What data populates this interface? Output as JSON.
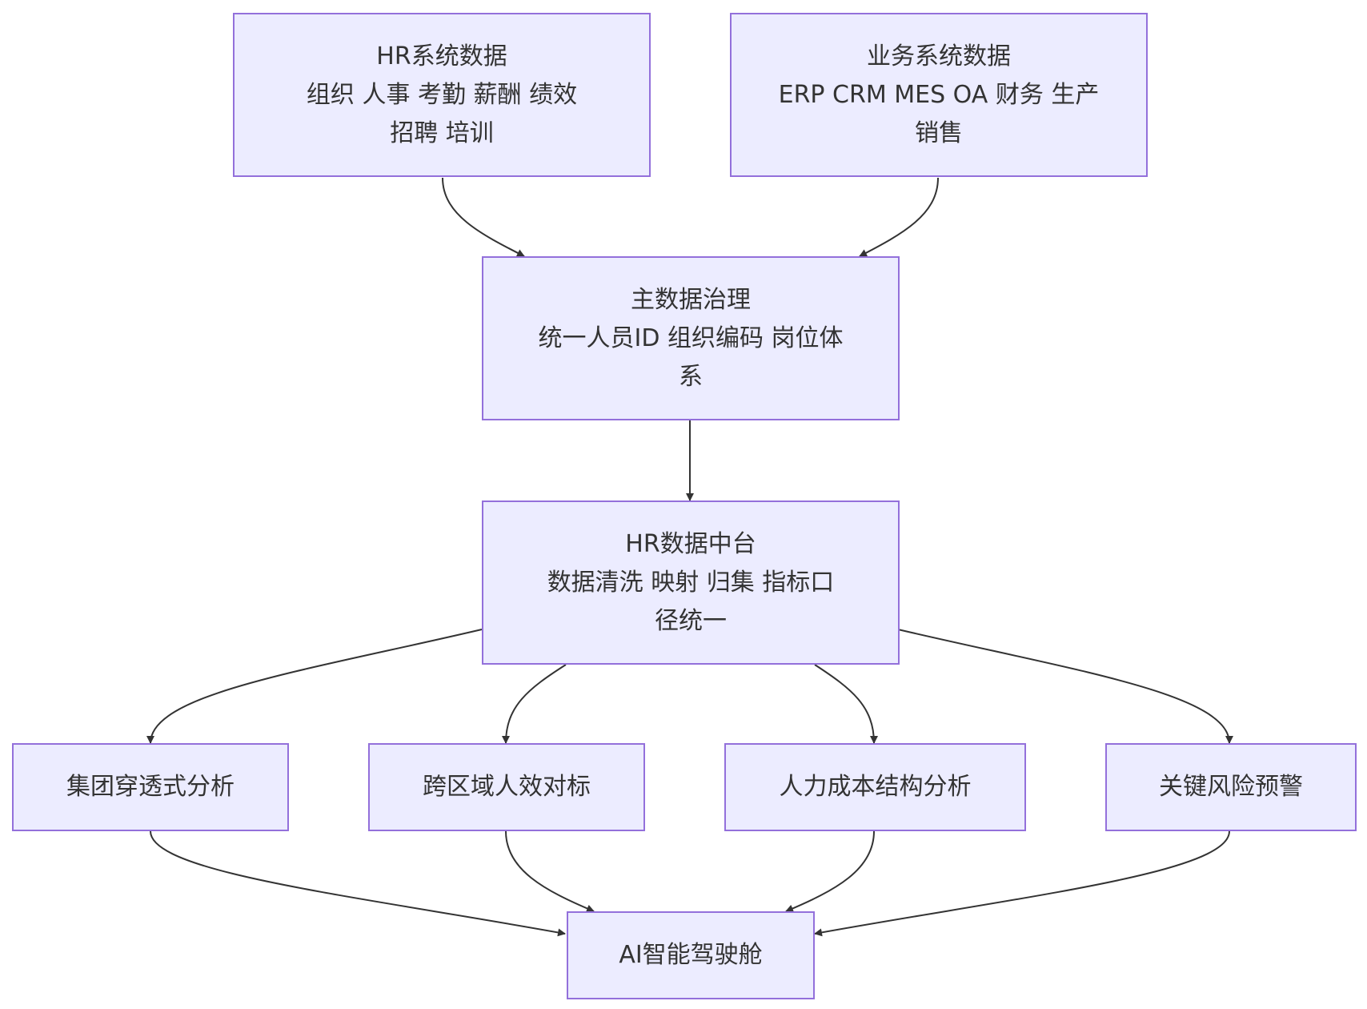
{
  "nodes": {
    "hr_source": {
      "lines": [
        "HR系统数据",
        "组织 人事 考勤 薪酬 绩效",
        "招聘 培训"
      ]
    },
    "biz_source": {
      "lines": [
        "业务系统数据",
        "ERP CRM MES OA 财务 生产",
        "销售"
      ]
    },
    "mdm": {
      "lines": [
        "主数据治理",
        "统一人员ID 组织编码 岗位体",
        "系"
      ]
    },
    "hr_platform": {
      "lines": [
        "HR数据中台",
        "数据清洗 映射 归集 指标口",
        "径统一"
      ]
    },
    "group_analysis": {
      "lines": [
        "集团穿透式分析"
      ]
    },
    "cross_region": {
      "lines": [
        "跨区域人效对标"
      ]
    },
    "cost_structure": {
      "lines": [
        "人力成本结构分析"
      ]
    },
    "risk_alert": {
      "lines": [
        "关键风险预警"
      ]
    },
    "ai_cockpit": {
      "lines": [
        "AI智能驾驶舱"
      ]
    }
  },
  "edges": [
    [
      "hr_source",
      "mdm"
    ],
    [
      "biz_source",
      "mdm"
    ],
    [
      "mdm",
      "hr_platform"
    ],
    [
      "hr_platform",
      "group_analysis"
    ],
    [
      "hr_platform",
      "cross_region"
    ],
    [
      "hr_platform",
      "cost_structure"
    ],
    [
      "hr_platform",
      "risk_alert"
    ],
    [
      "group_analysis",
      "ai_cockpit"
    ],
    [
      "cross_region",
      "ai_cockpit"
    ],
    [
      "cost_structure",
      "ai_cockpit"
    ],
    [
      "risk_alert",
      "ai_cockpit"
    ]
  ],
  "colors": {
    "node_fill": "#ececff",
    "node_border": "#9370db",
    "edge": "#333333",
    "text": "#333333"
  }
}
